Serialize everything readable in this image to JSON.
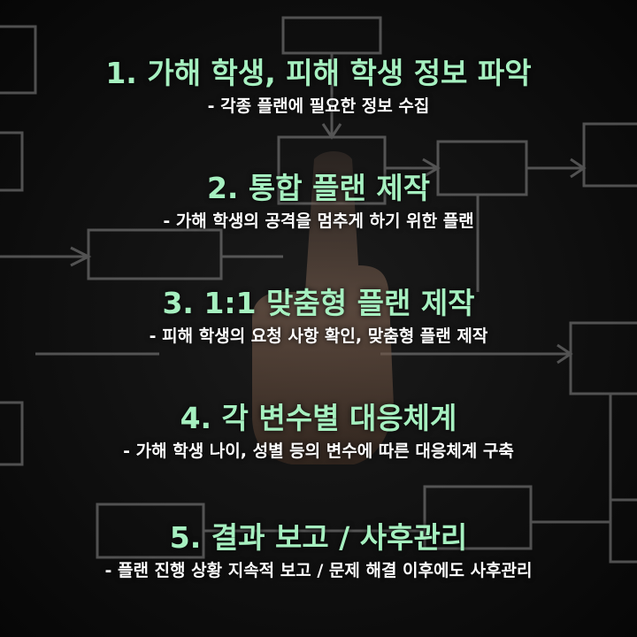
{
  "colors": {
    "background": "#0b0b0b",
    "title_text": "#a6f0c0",
    "description_text": "#ffffff",
    "chalk_lines": "#8a8a8a"
  },
  "background_image": "dark-flowchart-diagram-with-pointing-finger",
  "steps": [
    {
      "title": "1. 가해 학생, 피해 학생 정보 파악",
      "description": "- 각종 플랜에 필요한 정보 수집"
    },
    {
      "title": "2. 통합 플랜 제작",
      "description": "- 가해 학생의 공격을 멈추게 하기 위한 플랜"
    },
    {
      "title": "3. 1:1 맞춤형 플랜 제작",
      "description": "- 피해 학생의 요청 사항 확인, 맞춤형 플랜 제작"
    },
    {
      "title": "4. 각 변수별 대응체계",
      "description": "- 가해 학생 나이, 성별 등의 변수에 따른 대응체계 구축"
    },
    {
      "title": "5. 결과 보고 / 사후관리",
      "description": "- 플랜 진행 상황 지속적 보고 / 문제 해결 이후에도 사후관리"
    }
  ]
}
